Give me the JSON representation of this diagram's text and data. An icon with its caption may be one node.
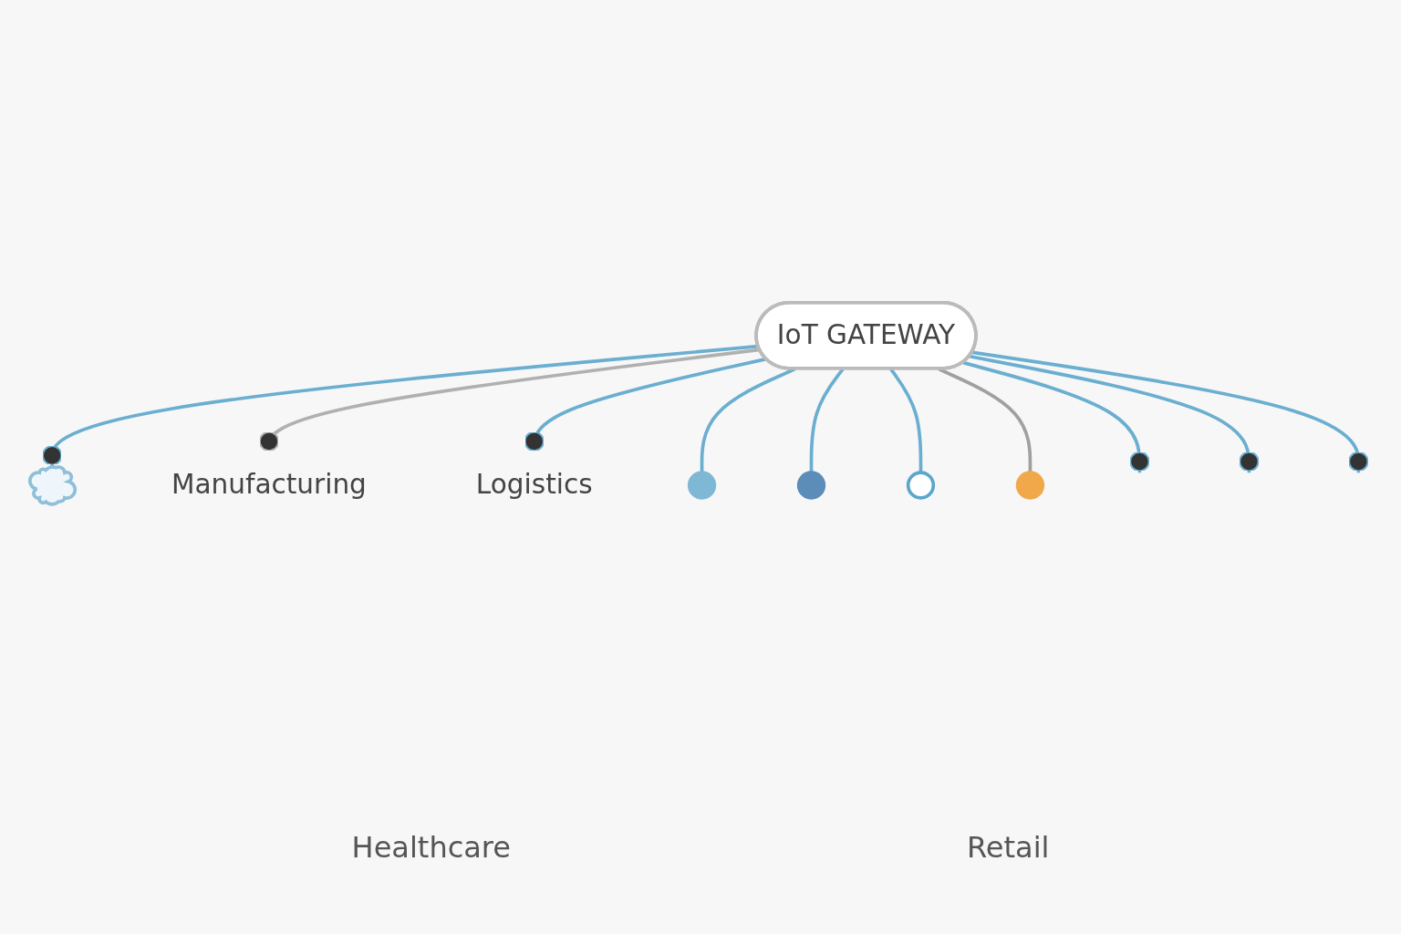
{
  "diagram": {
    "nodes": [
      {
        "text": [],
        "shape": "cloud"
      },
      {
        "text": [
          "Manufacturing"
        ]
      },
      {
        "text": [
          "Logistics"
        ]
      },
      {
        "text": [
          "IoT GATEWAY"
        ]
      },
      {
        "text": [],
        "shape": "circle"
      },
      {
        "text": [],
        "shape": "circle"
      },
      {
        "text": [],
        "shape": "circle"
      },
      {
        "text": [],
        "shape": "circle"
      }
    ],
    "edges": [
      {
        "from": 3,
        "to": 0,
        "arrow": "other"
      },
      {
        "from": 3,
        "to": 1,
        "arrow": "other",
        "color": "#b0b0b0"
      },
      {
        "from": 3,
        "to": 2,
        "arrow": "other"
      },
      {
        "from": 3,
        "to": 4,
        "arrow": "none"
      },
      {
        "from": 3,
        "to": 5,
        "arrow": "none"
      },
      {
        "from": 3,
        "to": 6,
        "arrow": "none"
      },
      {
        "from": 3,
        "to": 7,
        "arrow": "none",
        "color": "#a0a0a0"
      },
      {
        "from": 3,
        "to": null,
        "arrow": "other"
      },
      {
        "from": 3,
        "to": null,
        "arrow": "other"
      },
      {
        "from": 3,
        "to": null,
        "arrow": "other"
      }
    ],
    "labels": [
      "Healthcare",
      "Retail"
    ]
  }
}
